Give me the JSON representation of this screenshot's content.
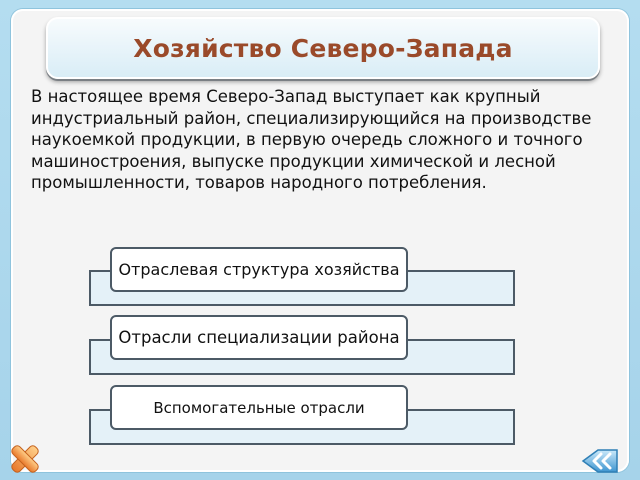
{
  "title": "Хозяйство Северо-Запада",
  "paragraph": "В настоящее время Северо-Запад  выступает как крупный индустриальный район, специализирующийся на производстве наукоемкой продукции, в первую очередь сложного и точного машиностроения, выпуске продукции химической и лесной промышленности, товаров народного потребления.",
  "labels": [
    "Отраслевая структура хозяйства",
    "Отрасли специализации района",
    "Вспомогательные отрасли"
  ],
  "controls": {
    "close_icon": "cross-icon",
    "back_icon": "back-arrow-icon",
    "accent_orange": "#f3a24b",
    "accent_blue": "#4aa3d8"
  }
}
